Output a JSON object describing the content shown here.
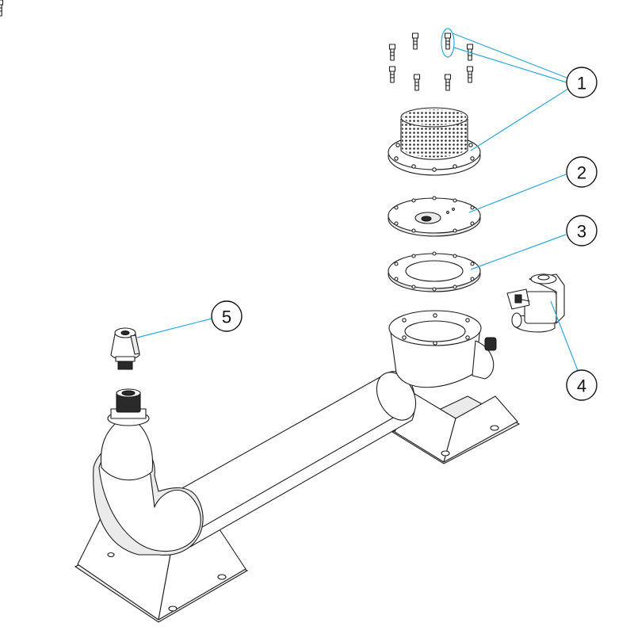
{
  "diagram": {
    "callouts": [
      {
        "number": "1",
        "part": "strainer-basket-with-bolts"
      },
      {
        "number": "2",
        "part": "cover-plate"
      },
      {
        "number": "3",
        "part": "gasket"
      },
      {
        "number": "4",
        "part": "solenoid-valve"
      },
      {
        "number": "5",
        "part": "nozzle"
      }
    ],
    "colors": {
      "leader": "#2fa9d8",
      "outline": "#1d1d1d",
      "shade": "#ebebeb"
    }
  }
}
